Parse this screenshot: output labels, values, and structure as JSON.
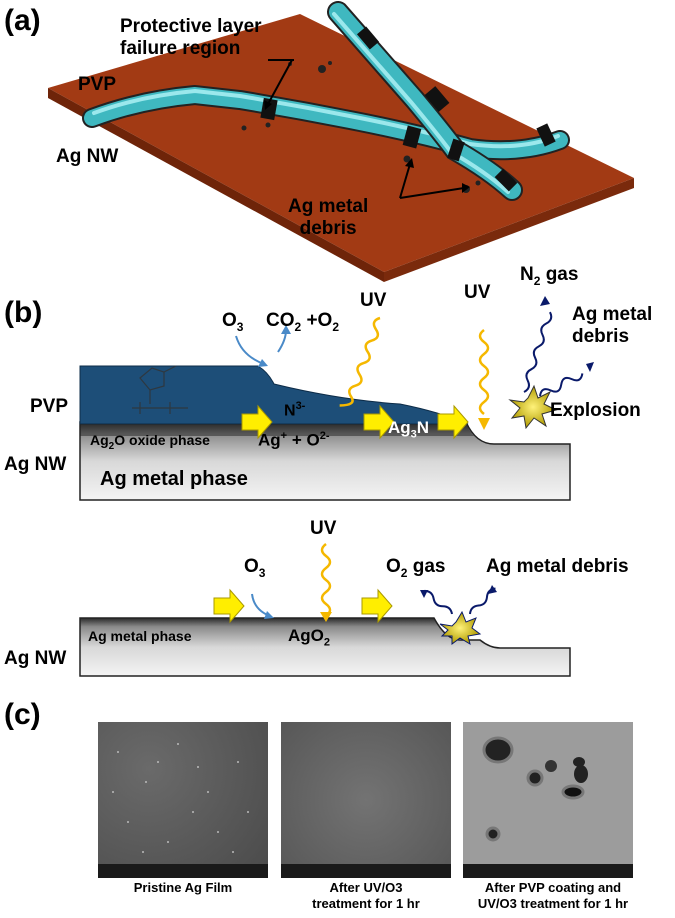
{
  "panel_a": {
    "label": "(a)",
    "protective_layer": "Protective layer\nfailure region",
    "pvp": "PVP",
    "ag_nw": "Ag NW",
    "ag_debris": "Ag metal\ndebris"
  },
  "panel_b": {
    "label": "(b)",
    "top": {
      "o3": "O",
      "o3_sub": "3",
      "co2": "CO",
      "co2_sub": "2",
      "co2_rest": " +O",
      "o2_sub": "2",
      "uv1": "UV",
      "uv2": "UV",
      "n2": "N",
      "n2_sub": "2",
      "n2_rest": " gas",
      "ag_debris": "Ag metal\ndebris",
      "explosion": "Explosion",
      "pvp": "PVP",
      "ag_nw": "Ag NW",
      "n3": "N",
      "n3_sup": "3-",
      "ag2o": "Ag",
      "ag2o_sub": "2",
      "ag2o_rest": "O oxide phase",
      "agplus": "Ag",
      "agplus_sup": "+",
      "o2minus": " + O",
      "o2minus_sup": "2-",
      "ag3n": "Ag",
      "ag3n_sub": "3",
      "ag3n_rest": "N",
      "ag_metal_phase": "Ag metal phase"
    },
    "bottom": {
      "uv": "UV",
      "o3": "O",
      "o3_sub": "3",
      "o2gas": "O",
      "o2gas_sub": "2",
      "o2gas_rest": " gas",
      "ag_debris": "Ag metal debris",
      "ag_metal_phase": "Ag metal phase",
      "ago2": "AgO",
      "ago2_sub": "2",
      "ag_nw": "Ag NW"
    }
  },
  "panel_c": {
    "label": "(c)",
    "captions": [
      "Pristine Ag Film",
      "After UV/O3\ntreatment for 1 hr",
      "After PVP coating and\nUV/O3 treatment for 1 hr"
    ]
  },
  "colors": {
    "substrate": "#9a3412",
    "wire": "#3fb8c0",
    "pvp": "#1d4e78",
    "arrow": "#ffee00",
    "uv_wave": "#f5b800",
    "gas_wave": "#0a1a6a"
  }
}
